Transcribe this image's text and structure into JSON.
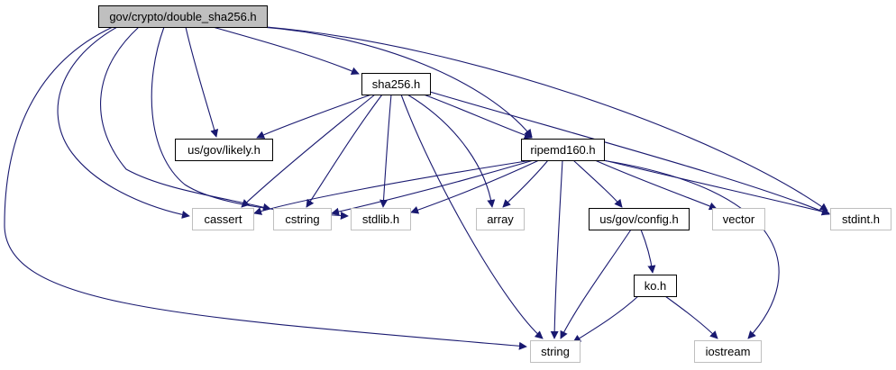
{
  "graph": {
    "colors": {
      "edge": "#191970",
      "root_fill": "#bfbfbf",
      "solid_border": "#000000",
      "external_border": "#bfbfbf",
      "node_fill": "#ffffff",
      "text": "#000000"
    },
    "nodes": {
      "double_sha256": {
        "label": "gov/crypto/double_sha256.h",
        "kind": "root"
      },
      "sha256": {
        "label": "sha256.h",
        "kind": "internal"
      },
      "likely": {
        "label": "us/gov/likely.h",
        "kind": "internal"
      },
      "ripemd160": {
        "label": "ripemd160.h",
        "kind": "internal"
      },
      "cassert": {
        "label": "cassert",
        "kind": "external"
      },
      "cstring": {
        "label": "cstring",
        "kind": "external"
      },
      "stdlib": {
        "label": "stdlib.h",
        "kind": "external"
      },
      "array": {
        "label": "array",
        "kind": "external"
      },
      "config": {
        "label": "us/gov/config.h",
        "kind": "internal"
      },
      "vector": {
        "label": "vector",
        "kind": "external"
      },
      "stdint": {
        "label": "stdint.h",
        "kind": "external"
      },
      "ko": {
        "label": "ko.h",
        "kind": "internal"
      },
      "string": {
        "label": "string",
        "kind": "external"
      },
      "iostream": {
        "label": "iostream",
        "kind": "external"
      }
    },
    "edges": [
      [
        "double_sha256",
        "sha256"
      ],
      [
        "double_sha256",
        "likely"
      ],
      [
        "double_sha256",
        "ripemd160"
      ],
      [
        "double_sha256",
        "stdint"
      ],
      [
        "double_sha256",
        "cassert"
      ],
      [
        "double_sha256",
        "cstring"
      ],
      [
        "double_sha256",
        "stdlib"
      ],
      [
        "double_sha256",
        "string"
      ],
      [
        "sha256",
        "likely"
      ],
      [
        "sha256",
        "ripemd160"
      ],
      [
        "sha256",
        "cassert"
      ],
      [
        "sha256",
        "cstring"
      ],
      [
        "sha256",
        "stdlib"
      ],
      [
        "sha256",
        "array"
      ],
      [
        "sha256",
        "stdint"
      ],
      [
        "sha256",
        "string"
      ],
      [
        "ripemd160",
        "cassert"
      ],
      [
        "ripemd160",
        "cstring"
      ],
      [
        "ripemd160",
        "stdlib"
      ],
      [
        "ripemd160",
        "array"
      ],
      [
        "ripemd160",
        "config"
      ],
      [
        "ripemd160",
        "vector"
      ],
      [
        "ripemd160",
        "stdint"
      ],
      [
        "ripemd160",
        "string"
      ],
      [
        "ripemd160",
        "iostream"
      ],
      [
        "config",
        "ko"
      ],
      [
        "config",
        "string"
      ],
      [
        "ko",
        "string"
      ],
      [
        "ko",
        "iostream"
      ]
    ]
  }
}
